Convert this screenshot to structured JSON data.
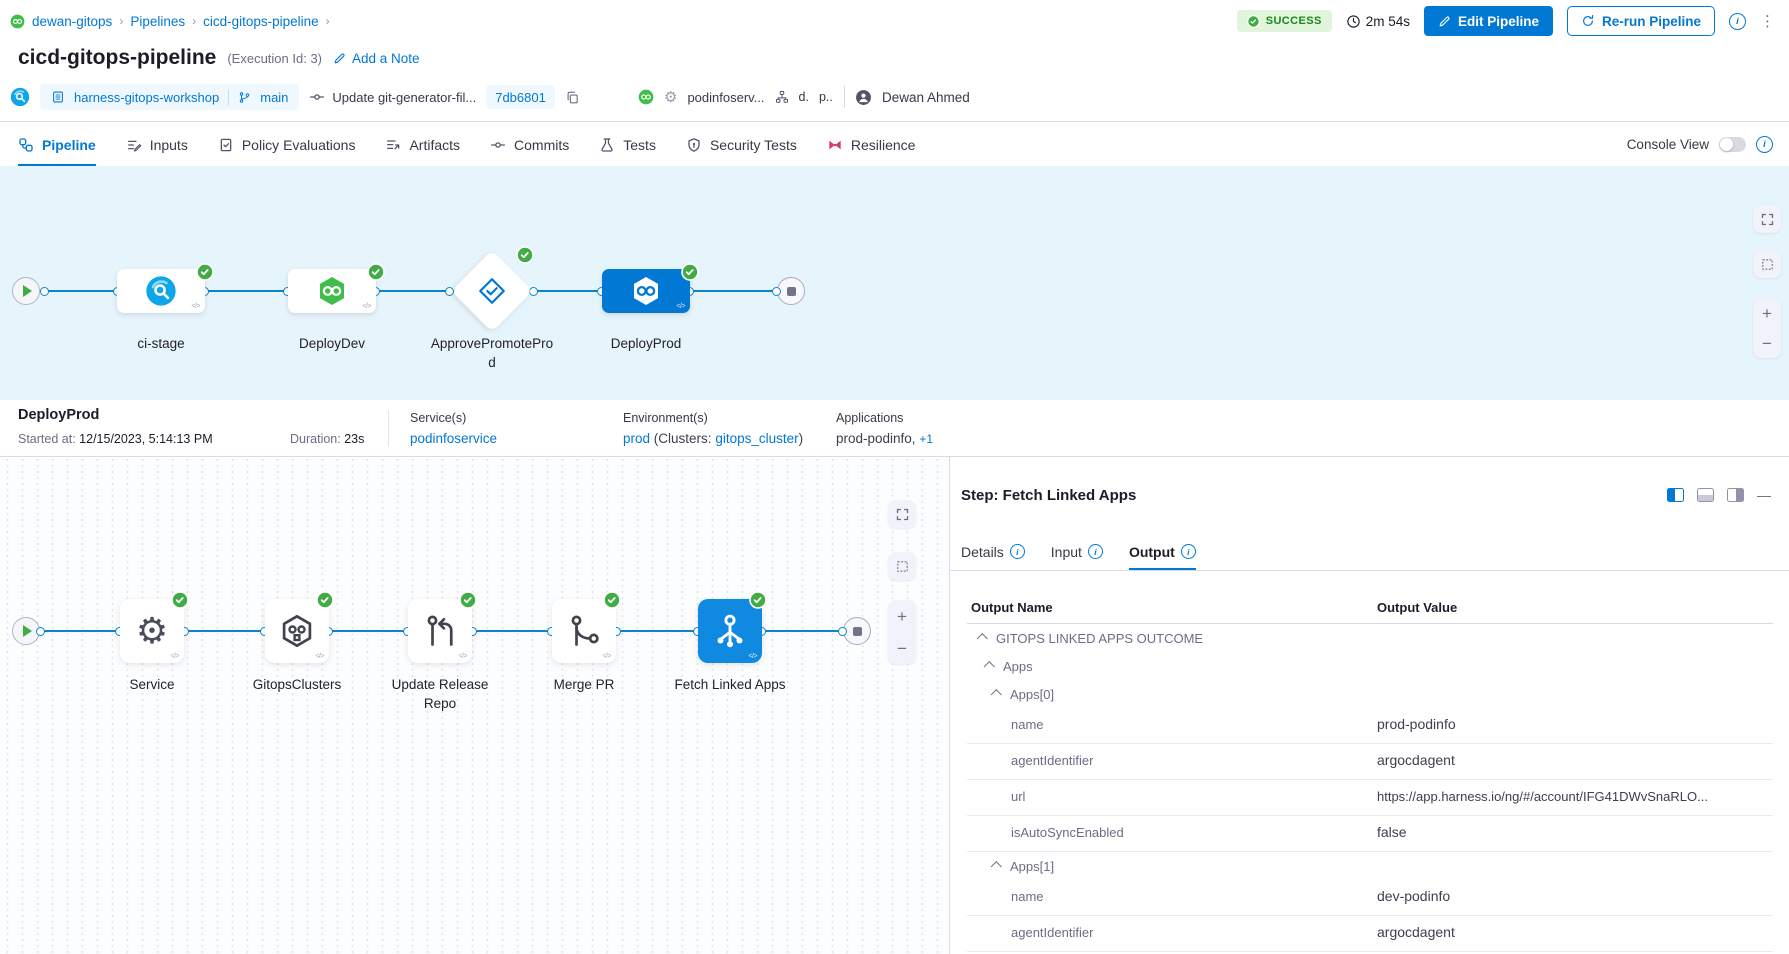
{
  "icons": {
    "crumb_sep": "›",
    "more_dots": "⋮",
    "plus": "+",
    "minus": "−",
    "minimize": "—",
    "info": "i",
    "code": "</>",
    "gear": "⚙"
  },
  "colors": {
    "primary_blue": "#0278D5",
    "success_green": "#42AB45",
    "gitops_green": "#3FBE49",
    "graph_bg": "#E6F4FB",
    "resilience_pink": "#D5386B"
  },
  "breadcrumb": {
    "items": [
      {
        "label": "dewan-gitops"
      },
      {
        "label": "Pipelines"
      },
      {
        "label": "cicd-gitops-pipeline"
      }
    ]
  },
  "execution_header": {
    "title": "cicd-gitops-pipeline",
    "execution_id": "(Execution Id: 3)",
    "add_note": "Add a Note",
    "status": "SUCCESS",
    "elapsed": "2m 54s",
    "edit_button": "Edit Pipeline",
    "rerun_button": "Re-run Pipeline"
  },
  "trigger_info": {
    "repo": "harness-gitops-workshop",
    "branch": "main",
    "commit_message": "Update git-generator-fil...",
    "commit_sha": "7db6801",
    "service": "podinfoserv...",
    "env_abbrev_1": "d.",
    "env_abbrev_2": "p..",
    "user": "Dewan Ahmed"
  },
  "nav_tabs": [
    {
      "label": "Pipeline",
      "active": true
    },
    {
      "label": "Inputs"
    },
    {
      "label": "Policy Evaluations"
    },
    {
      "label": "Artifacts"
    },
    {
      "label": "Commits"
    },
    {
      "label": "Tests"
    },
    {
      "label": "Security Tests"
    },
    {
      "label": "Resilience"
    }
  ],
  "console_view_label": "Console View",
  "stage_pipeline": {
    "stages": [
      {
        "label": "ci-stage"
      },
      {
        "label": "DeployDev"
      },
      {
        "label": "ApprovePromoteProd"
      },
      {
        "label": "DeployProd",
        "selected": true
      }
    ]
  },
  "stage_summary": {
    "name": "DeployProd",
    "started_label": "Started at:",
    "started_value": "12/15/2023, 5:14:13 PM",
    "duration_label": "Duration:",
    "duration_value": "23s",
    "services_label": "Service(s)",
    "services_value": "podinfoservice",
    "environments_label": "Environment(s)",
    "environment_value": "prod",
    "clusters_prefix": "(Clusters:",
    "cluster_value": "gitops_cluster",
    "clusters_suffix": ")",
    "applications_label": "Applications",
    "applications_value": "prod-podinfo,",
    "applications_more": "+1"
  },
  "step_pipeline": {
    "steps": [
      {
        "label": "Service"
      },
      {
        "label": "GitopsClusters"
      },
      {
        "label": "Update Release Repo"
      },
      {
        "label": "Merge PR"
      },
      {
        "label": "Fetch Linked Apps",
        "selected": true
      }
    ]
  },
  "step_panel": {
    "title": "Step: Fetch Linked Apps",
    "tabs": [
      {
        "label": "Details"
      },
      {
        "label": "Input"
      },
      {
        "label": "Output",
        "active": true
      }
    ],
    "table": {
      "col_name": "Output Name",
      "col_value": "Output Value",
      "rows": [
        {
          "type": "group",
          "indent": 1,
          "label": "GITOPS LINKED APPS OUTCOME"
        },
        {
          "type": "group",
          "indent": 2,
          "label": "Apps"
        },
        {
          "type": "group",
          "indent": 3,
          "label": "Apps[0]"
        },
        {
          "type": "kv",
          "label": "name",
          "value": "prod-podinfo"
        },
        {
          "type": "kv",
          "label": "agentIdentifier",
          "value": "argocdagent"
        },
        {
          "type": "kv",
          "label": "url",
          "value": "https://app.harness.io/ng/#/account/IFG41DWvSnaRLO...",
          "link": true
        },
        {
          "type": "kv",
          "label": "isAutoSyncEnabled",
          "value": "false"
        },
        {
          "type": "group",
          "indent": 3,
          "label": "Apps[1]"
        },
        {
          "type": "kv",
          "label": "name",
          "value": "dev-podinfo"
        },
        {
          "type": "kv",
          "label": "agentIdentifier",
          "value": "argocdagent"
        }
      ]
    }
  }
}
